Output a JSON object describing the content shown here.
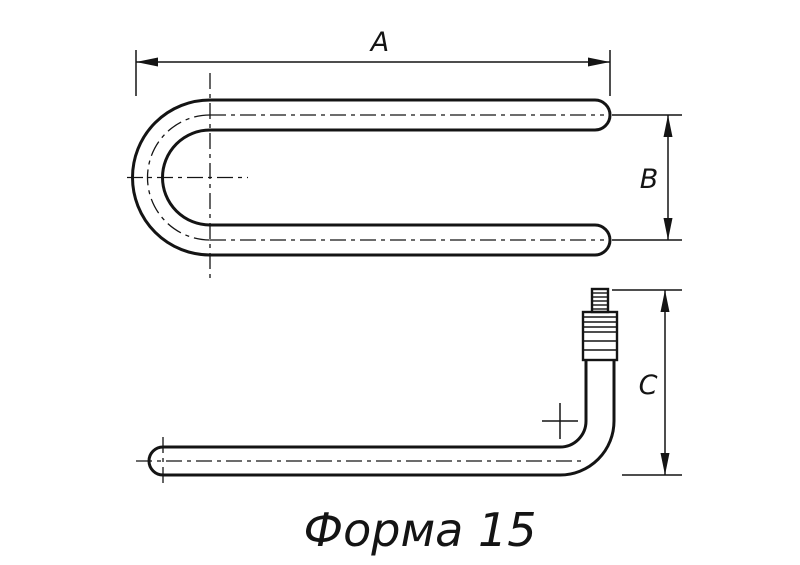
{
  "page": {
    "background": "#ffffff",
    "ink": "#141414"
  },
  "dimensions": {
    "a": {
      "label": "A"
    },
    "b": {
      "label": "B"
    },
    "c": {
      "label": "C"
    }
  },
  "caption": {
    "text": "Форма 15"
  }
}
